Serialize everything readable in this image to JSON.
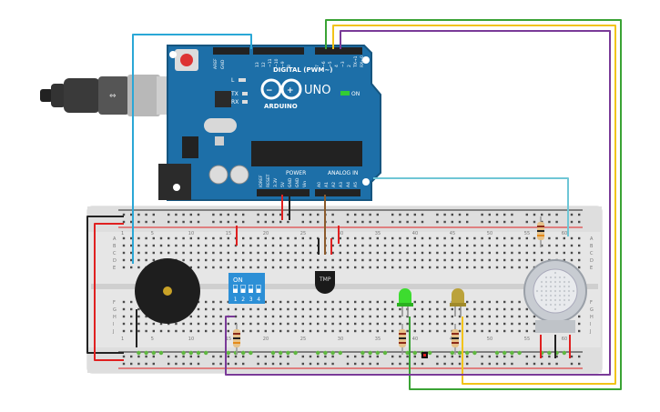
{
  "board": {
    "digital_label": "DIGITAL (PWM~)",
    "brand": "ARDUINO",
    "model": "UNO",
    "on_label": "ON",
    "power_label": "POWER",
    "analog_label": "ANALOG IN",
    "aref": "AREF",
    "gnd": "GND",
    "pin_labels_digital": [
      "13",
      "12",
      "~11",
      "~10",
      "~9",
      "8",
      "7",
      "~6",
      "~5",
      "4",
      "~3",
      "2",
      "TX→1",
      "RX←0"
    ],
    "pin_labels_power": [
      "IOREF",
      "RESET",
      "3.3V",
      "5V",
      "GND",
      "GND",
      "Vin"
    ],
    "pin_labels_analog": [
      "A0",
      "A1",
      "A2",
      "A3",
      "A4",
      "A5"
    ],
    "l_label": "L",
    "tx_label": "TX",
    "rx_label": "RX"
  },
  "breadboard": {
    "col_numbers": [
      "1",
      "5",
      "10",
      "15",
      "20",
      "25",
      "30",
      "35",
      "40",
      "45",
      "50",
      "55",
      "60"
    ],
    "row_letters_top": [
      "A",
      "B",
      "C",
      "D",
      "E"
    ],
    "row_letters_bottom": [
      "F",
      "G",
      "H",
      "I",
      "J"
    ]
  },
  "dip_switch": {
    "on_label": "ON",
    "switch_numbers": [
      "1",
      "2",
      "3",
      "4"
    ]
  },
  "temp_sensor": {
    "label": "TMP"
  },
  "colors": {
    "board_blue": "#1d6fa8",
    "board_edge": "#16557f",
    "breadboard": "#e8e8e8",
    "wire_blue": "#2aa7d6",
    "wire_green": "#3aa335",
    "wire_yellow": "#f2c318",
    "wire_purple": "#7a3a98",
    "wire_red": "#e02020",
    "wire_black": "#222222",
    "wire_brown": "#8b5a2b",
    "wire_lightblue": "#6fc6d6",
    "led_green": "#3ddc2f",
    "led_yellow": "#bba23a"
  }
}
